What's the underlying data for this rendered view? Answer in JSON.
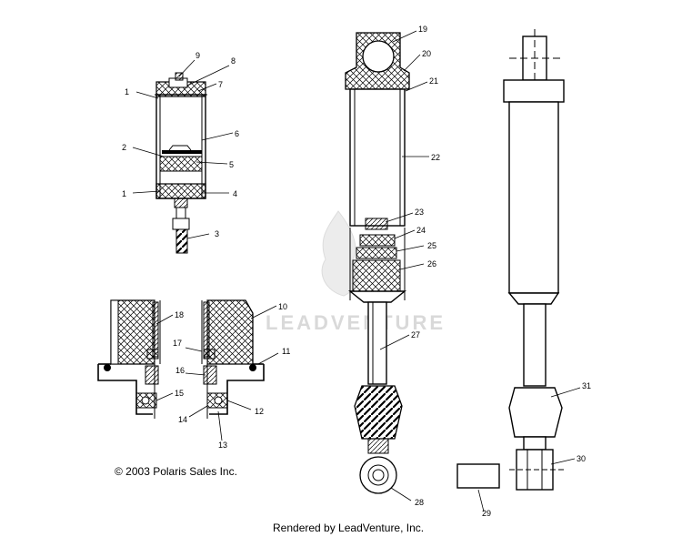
{
  "callouts": {
    "c1": "1",
    "c1b": "1",
    "c2": "2",
    "c3": "3",
    "c4": "4",
    "c5": "5",
    "c6": "6",
    "c7": "7",
    "c8": "8",
    "c9": "9",
    "c10": "10",
    "c11": "11",
    "c12": "12",
    "c13": "13",
    "c14": "14",
    "c15": "15",
    "c16": "16",
    "c17": "17",
    "c18": "18",
    "c19": "19",
    "c20": "20",
    "c21": "21",
    "c22": "22",
    "c23": "23",
    "c24": "24",
    "c25": "25",
    "c26": "26",
    "c27": "27",
    "c28": "28",
    "c29": "29",
    "c30": "30",
    "c31": "31"
  },
  "copyright": "© 2003 Polaris Sales Inc.",
  "footer": "Rendered by LeadVenture, Inc.",
  "watermark": "LEADVENTURE",
  "colors": {
    "line": "#000000",
    "watermark": "#d9d9d9",
    "background": "#ffffff"
  }
}
